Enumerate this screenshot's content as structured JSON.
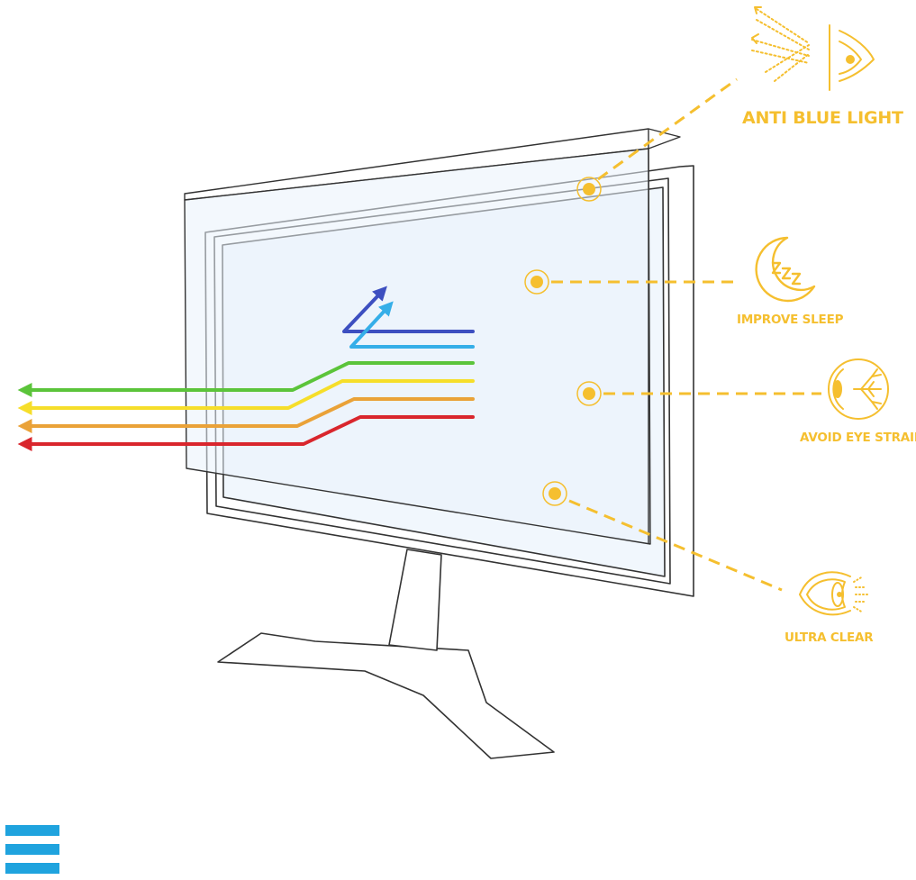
{
  "colors": {
    "accent": "#f5bf2f",
    "outline": "#333333",
    "screen_fill": "#f1f7fd",
    "menu": "#1fa3de",
    "ray_violet": "#3d4fc0",
    "ray_blue": "#35aee8",
    "ray_green": "#5bc43a",
    "ray_yellow": "#f6de2a",
    "ray_orange": "#eaa238",
    "ray_red": "#d9262d"
  },
  "features": [
    {
      "label": "ANTI  BLUE LIGHT",
      "icon": "eye-blocking-rays-icon"
    },
    {
      "label": "IMPROVE SLEEP",
      "icon": "moon-zzz-icon"
    },
    {
      "label": "AVOID EYE STRAIN",
      "icon": "eyeball-veins-icon"
    },
    {
      "label": "ULTRA CLEAR",
      "icon": "clear-eye-icon"
    }
  ],
  "menu": {
    "icon": "hamburger-menu-icon"
  }
}
